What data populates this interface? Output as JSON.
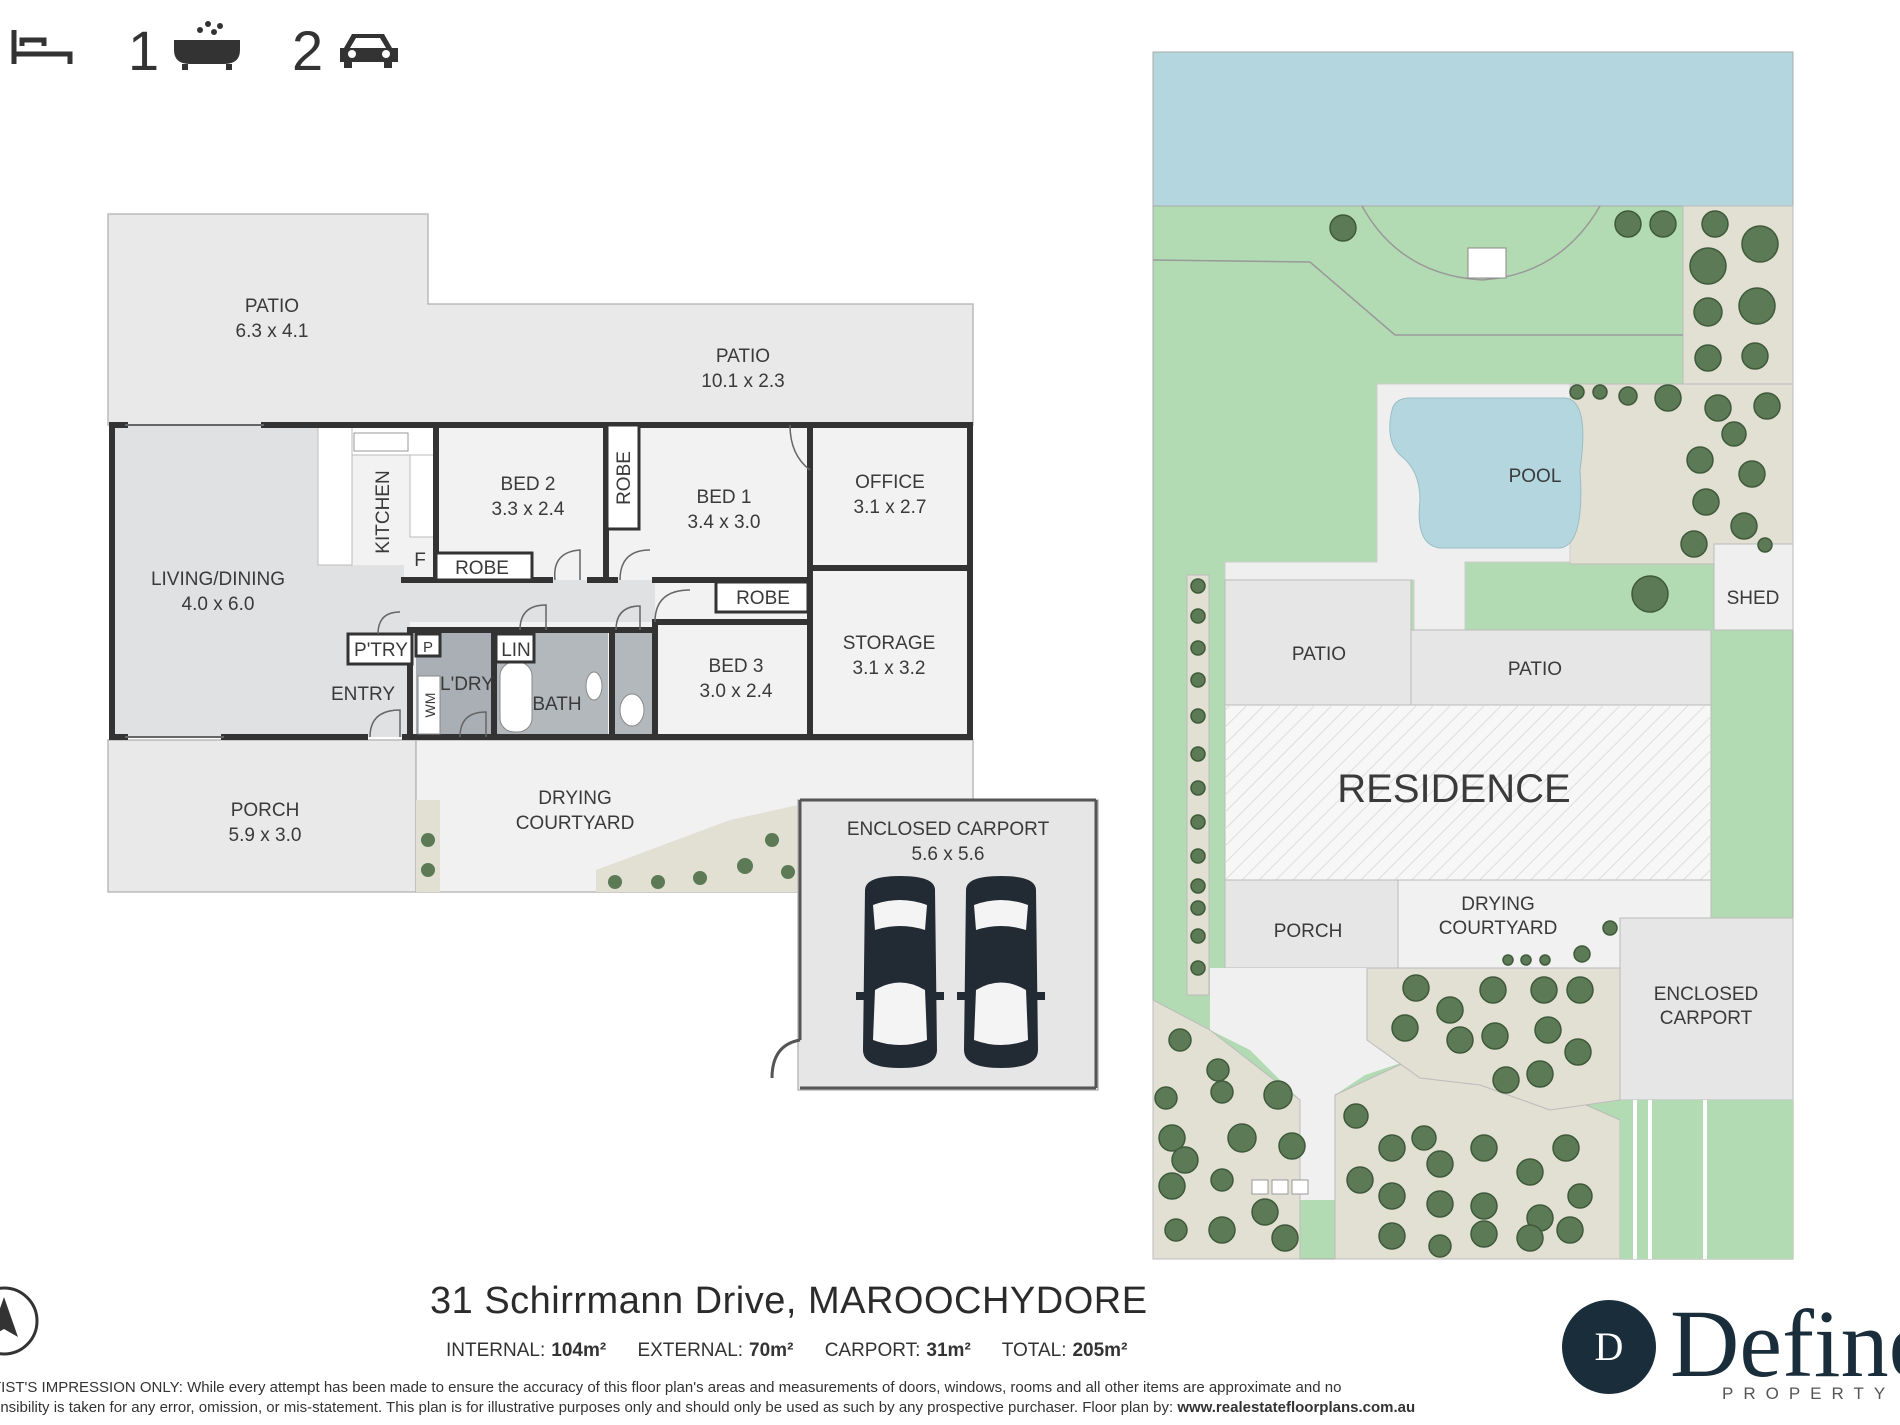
{
  "header": {
    "bath_count": "1",
    "car_count": "2",
    "bed_icon": "bed-icon",
    "bath_icon": "bathtub-icon",
    "car_icon": "car-icon"
  },
  "floorplan": {
    "patio_left": {
      "name": "PATIO",
      "dim": "6.3 x 4.1"
    },
    "patio_right": {
      "name": "PATIO",
      "dim": "10.1 x 2.3"
    },
    "living": {
      "name": "LIVING/DINING",
      "dim": "4.0 x 6.0"
    },
    "kitchen": "KITCHEN",
    "fridge": "F",
    "bed2": {
      "name": "BED 2",
      "dim": "3.3 x 2.4"
    },
    "robe_bed2": "ROBE",
    "robe_bed1": "ROBE",
    "bed1": {
      "name": "BED 1",
      "dim": "3.4 x 3.0"
    },
    "office": {
      "name": "OFFICE",
      "dim": "3.1 x 2.7"
    },
    "robe_bed3": "ROBE",
    "bed3": {
      "name": "BED 3",
      "dim": "3.0 x 2.4"
    },
    "storage": {
      "name": "STORAGE",
      "dim": "3.1 x 3.2"
    },
    "pantry": "P'TRY",
    "p": "P",
    "lin": "LIN",
    "laundry": "L'DRY",
    "wm": "WM",
    "bath": "BATH",
    "entry": "ENTRY",
    "porch": {
      "name": "PORCH",
      "dim": "5.9 x 3.0"
    },
    "drying": {
      "line1": "DRYING",
      "line2": "COURTYARD"
    },
    "carport": {
      "name": "ENCLOSED CARPORT",
      "dim": "5.6 x 5.6"
    }
  },
  "siteplan": {
    "pool": "POOL",
    "shed": "SHED",
    "patio_a": "PATIO",
    "patio_b": "PATIO",
    "residence": "RESIDENCE",
    "porch": "PORCH",
    "drying_1": "DRYING",
    "drying_2": "COURTYARD",
    "carport_1": "ENCLOSED",
    "carport_2": "CARPORT"
  },
  "footer": {
    "address": "31 Schirrmann Drive, MAROOCHYDORE",
    "internal_label": "INTERNAL:",
    "internal_value": "104m²",
    "external_label": "EXTERNAL:",
    "external_value": "70m²",
    "carport_label": "CARPORT:",
    "carport_value": "31m²",
    "total_label": "TOTAL:",
    "total_value": "205m²",
    "disclaimer_1": "TIST'S IMPRESSION ONLY: While every attempt has been made to ensure the accuracy of this floor plan's areas and measurements of doors, windows, rooms and all other items are approximate and no",
    "disclaimer_2": "onsibility is taken for any error, omission, or mis-statement. This plan is for illustrative purposes only and should only be used as such by any prospective purchaser. Floor plan by:",
    "disclaimer_url": "www.realestatefloorplans.com.au"
  },
  "brand": {
    "initial": "D",
    "name": "Define",
    "sub": "PROPERTY"
  },
  "colors": {
    "wall": "#333333",
    "room": "#f2f2f2",
    "living": "#dfe1e3",
    "outdoor": "#e9e9e9",
    "wet": "#a9afb5",
    "grass": "#b3dbb3",
    "water": "#b4d7df",
    "garden": "#e2dfd3",
    "shrub": "#5c7a55",
    "brand_dark": "#1a2d3a"
  }
}
